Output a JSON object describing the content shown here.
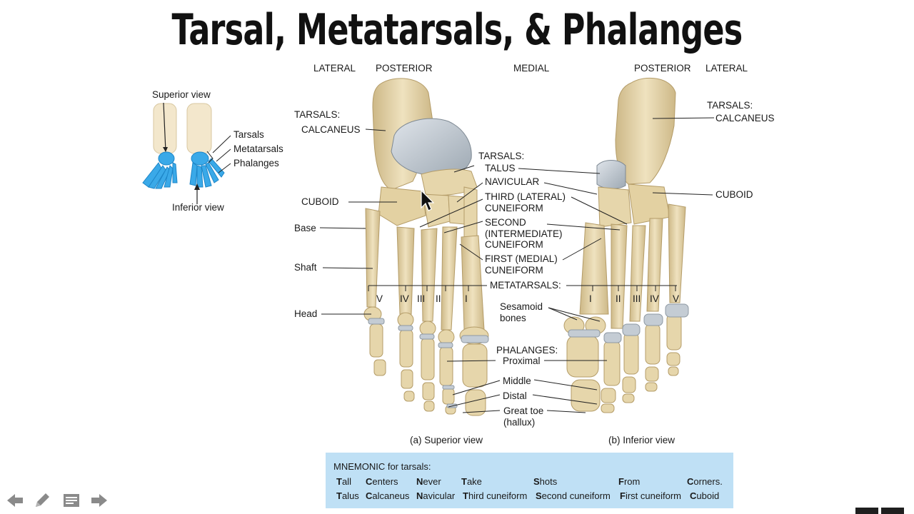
{
  "title": "Tarsal, Metatarsals, & Phalanges",
  "headers": {
    "lateral_left": "LATERAL",
    "posterior_left": "POSTERIOR",
    "medial": "MEDIAL",
    "posterior_right": "POSTERIOR",
    "lateral_right": "LATERAL"
  },
  "thumbnail": {
    "superior_view": "Superior view",
    "inferior_view": "Inferior view",
    "tarsals": "Tarsals",
    "metatarsals": "Metatarsals",
    "phalanges": "Phalanges"
  },
  "superior": {
    "tarsals": "TARSALS:",
    "calcaneus": "CALCANEUS",
    "cuboid": "CUBOID",
    "base": "Base",
    "shaft": "Shaft",
    "head": "Head",
    "numerals": [
      "V",
      "IV",
      "III",
      "II",
      "I"
    ],
    "caption": "(a) Superior view"
  },
  "center": {
    "tarsals": "TARSALS:",
    "talus": "TALUS",
    "navicular": "NAVICULAR",
    "third_1": "THIRD (LATERAL)",
    "third_2": "CUNEIFORM",
    "second_1": "SECOND",
    "second_2": "(INTERMEDIATE)",
    "second_3": "CUNEIFORM",
    "first_1": "FIRST (MEDIAL)",
    "first_2": "CUNEIFORM",
    "metatarsals": "METATARSALS:",
    "sesamoid_1": "Sesamoid",
    "sesamoid_2": "bones",
    "phalanges": "PHALANGES:",
    "proximal": "Proximal",
    "middle": "Middle",
    "distal": "Distal",
    "great_toe_1": "Great toe",
    "great_toe_2": "(hallux)"
  },
  "inferior": {
    "tarsals": "TARSALS:",
    "calcaneus": "CALCANEUS",
    "cuboid": "CUBOID",
    "numerals": [
      "I",
      "II",
      "III",
      "IV",
      "V"
    ],
    "caption": "(b) Inferior view"
  },
  "mnemonic": {
    "heading": "MNEMONIC for tarsals:",
    "row1": [
      {
        "first": "T",
        "rest": "all"
      },
      {
        "first": "C",
        "rest": "enters"
      },
      {
        "first": "N",
        "rest": "ever"
      },
      {
        "first": "T",
        "rest": "ake"
      },
      {
        "first": "S",
        "rest": "hots"
      },
      {
        "first": "F",
        "rest": "rom"
      },
      {
        "first": "C",
        "rest": "orners."
      }
    ],
    "row2": [
      {
        "first": "T",
        "rest": "alus"
      },
      {
        "first": "C",
        "rest": "alcaneus"
      },
      {
        "first": "N",
        "rest": "avicular"
      },
      {
        "first": "T",
        "rest": "hird cuneiform"
      },
      {
        "first": "S",
        "rest": "econd cuneiform"
      },
      {
        "first": "F",
        "rest": "irst cuneiform"
      },
      {
        "first": "C",
        "rest": "uboid"
      }
    ],
    "background_color": "#bfe0f5"
  },
  "colors": {
    "bone": "#e6d6ab",
    "bone_shade": "#c9b27c",
    "cartilage": "#c4ccd4",
    "thumbnail_bones": "#3aa9e8"
  },
  "controls": {
    "prev_icon": "arrow-left-icon",
    "pen_icon": "pencil-icon",
    "notes_icon": "notes-icon",
    "next_icon": "arrow-right-icon"
  }
}
